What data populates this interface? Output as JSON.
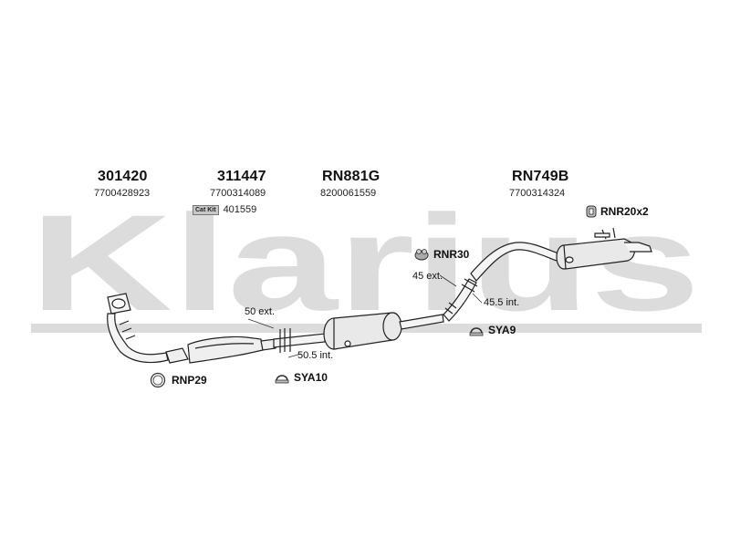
{
  "watermark": {
    "text": "Klarius",
    "color": "#dcdcdc"
  },
  "parts": [
    {
      "number": "301420",
      "ref": "7700428923"
    },
    {
      "number": "311447",
      "ref": "7700314089"
    },
    {
      "number": "RN881G",
      "ref": "8200061559"
    },
    {
      "number": "RN749B",
      "ref": "7700314324"
    }
  ],
  "catkit": {
    "badge": "Cat Kit",
    "number": "401559"
  },
  "fittings": {
    "rnr20": "RNR20x2",
    "rnr30": "RNR30",
    "rnp29": "RNP29",
    "sya9": "SYA9",
    "sya10": "SYA10"
  },
  "dimensions": {
    "d45ext": "45 ext.",
    "d455int": "45.5 int.",
    "d50ext": "50 ext.",
    "d505int": "50.5 int."
  }
}
